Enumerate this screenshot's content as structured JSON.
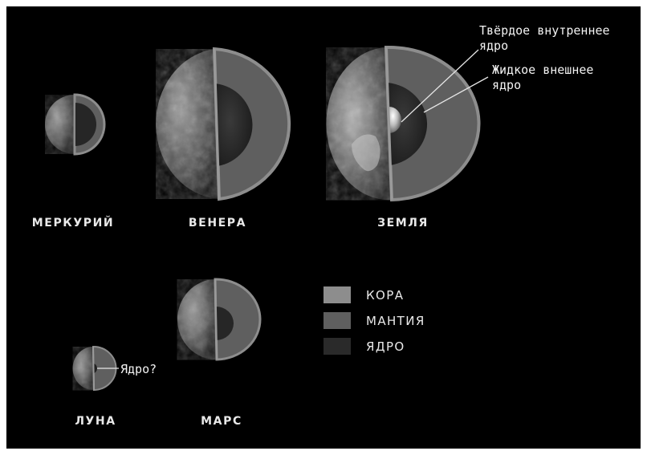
{
  "planets": {
    "mercury": {
      "label": "МЕРКУРИЙ"
    },
    "venus": {
      "label": "ВЕНЕРА"
    },
    "earth": {
      "label": "ЗЕМЛЯ"
    },
    "moon": {
      "label": "ЛУНА"
    },
    "mars": {
      "label": "МАРС"
    }
  },
  "annotations": {
    "inner_core": [
      "Твёрдое внутреннее",
      "ядро"
    ],
    "outer_core": [
      "Жидкое внешнее",
      "ядро"
    ],
    "moon_core": "Ядро?"
  },
  "legend": [
    {
      "label": "КОРА",
      "color": "#8d8d8d"
    },
    {
      "label": "МАНТИЯ",
      "color": "#5f5f5f"
    },
    {
      "label": "ЯДРО",
      "color": "#2a2a2a"
    }
  ],
  "colors": {
    "background": "#000000",
    "text": "#e9e9e9",
    "crust": "#8d8d8d",
    "mantle": "#5f5f5f",
    "core": "#2a2a2a"
  }
}
